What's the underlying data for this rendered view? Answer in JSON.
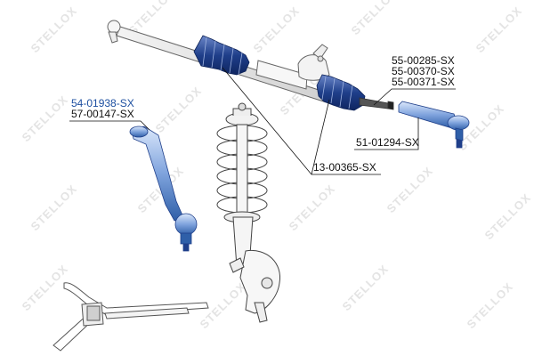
{
  "watermark": "STELLOX",
  "labels": {
    "rack_boot": "13-00365-SX",
    "inner_tie_rod_1": "55-00285-SX",
    "inner_tie_rod_2": "55-00370-SX",
    "inner_tie_rod_3": "55-00371-SX",
    "tie_rod_end": "51-01294-SX",
    "control_arm": "54-01938-SX",
    "ball_joint": "57-00147-SX"
  },
  "colors": {
    "label_highlight": "#1d4fa0",
    "label_text": "#111111",
    "part_fill": "#ffffff",
    "part_stroke": "#555555",
    "highlight_part_top": "#cfe0f8",
    "highlight_part_dark": "#2f5fa8",
    "boot_dark": "#1f3f8a",
    "watermark": "#e4e4e4"
  }
}
